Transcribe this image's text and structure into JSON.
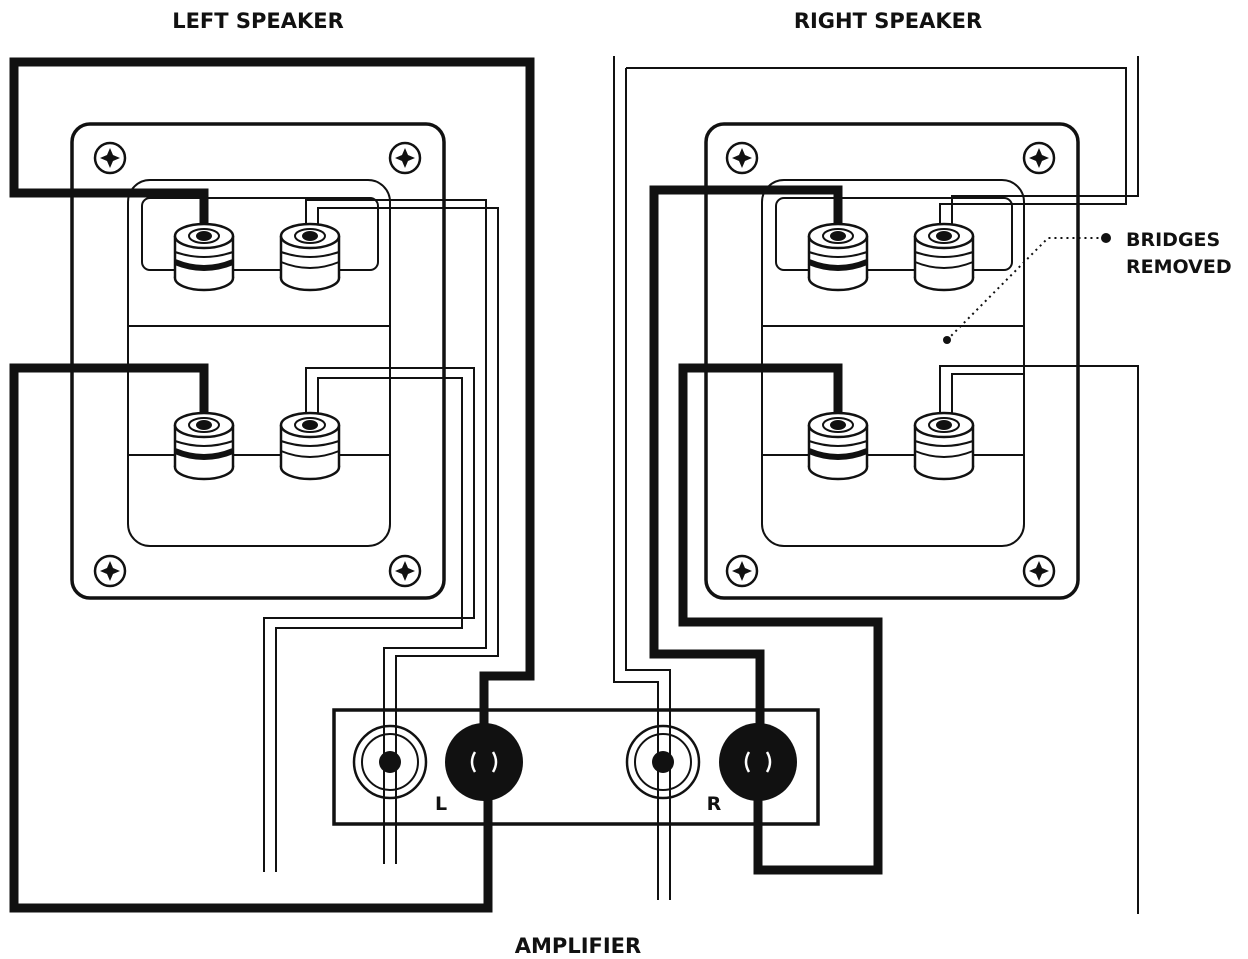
{
  "labels": {
    "left_speaker": "LEFT SPEAKER",
    "right_speaker": "RIGHT SPEAKER",
    "amplifier": "AMPLIFIER",
    "bridges_line1": "BRIDGES",
    "bridges_line2": "REMOVED",
    "amp_left": "L",
    "amp_right": "R"
  },
  "colors": {
    "ink": "#111111",
    "background": "#ffffff"
  }
}
